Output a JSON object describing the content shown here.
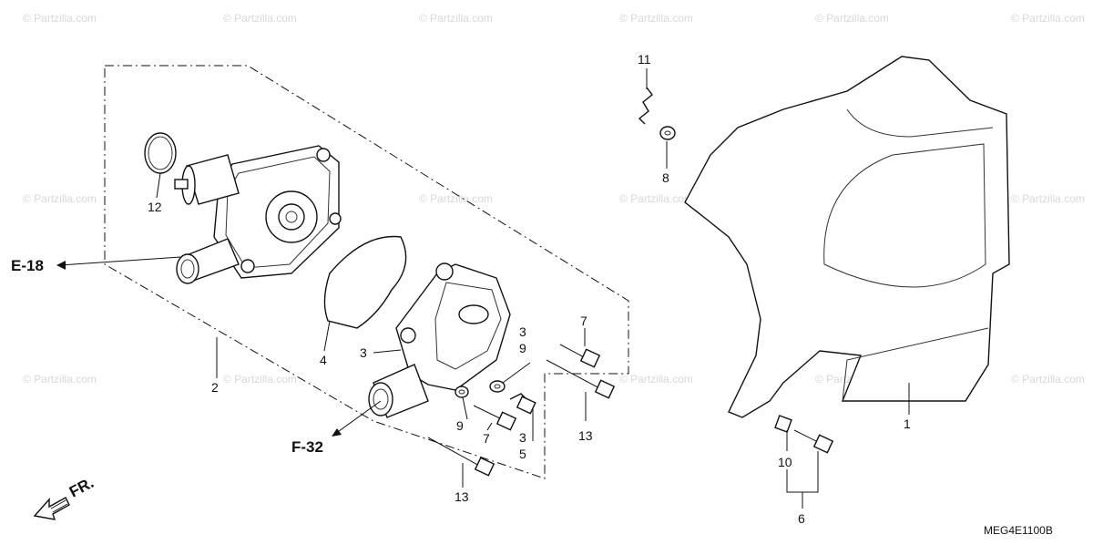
{
  "watermark": "© Partzilla.com",
  "diagram_code": "MEG4E1100B",
  "direction_label": "FR.",
  "refs": {
    "e18": "E-18",
    "f32": "F-32"
  },
  "callouts": {
    "c1": "1",
    "c2": "2",
    "c3a": "3",
    "c3b": "3",
    "c3c": "3",
    "c4": "4",
    "c5": "5",
    "c6": "6",
    "c7a": "7",
    "c7b": "7",
    "c8": "8",
    "c9a": "9",
    "c9b": "9",
    "c10": "10",
    "c11": "11",
    "c12": "12",
    "c13a": "13",
    "c13b": "13"
  }
}
